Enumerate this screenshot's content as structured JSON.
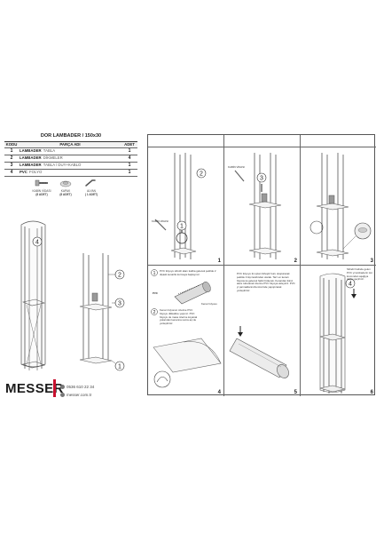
{
  "parts_table": {
    "title": "DOR LAMBADER / 150x30",
    "headers": {
      "code": "KODU",
      "name": "PARÇA ADI",
      "qty": "ADET"
    },
    "rows": [
      {
        "code": "1",
        "name": "LAMBADER",
        "desc": "TABLA",
        "qty": "1"
      },
      {
        "code": "2",
        "name": "LAMBADER",
        "desc": "DİKMELER",
        "qty": "4"
      },
      {
        "code": "3",
        "name": "LAMBADER",
        "desc": "TABLA / DUY+KABLO",
        "qty": "1"
      },
      {
        "code": "4",
        "name": "PVC",
        "desc": "FOLYO",
        "qty": "1"
      }
    ]
  },
  "hardware": [
    {
      "name": "KABİN VİDASI",
      "qty": "(8 ADET)",
      "icon": "screw-icon"
    },
    {
      "name": "KAPAK",
      "qty": "(8 ADET)",
      "icon": "cap-icon"
    },
    {
      "name": "ALYAN",
      "qty": "( 1 ADET)",
      "icon": "allen-key-icon"
    }
  ],
  "overview_callouts": [
    "4",
    "2",
    "3",
    "1"
  ],
  "brand": {
    "name": "MESSER",
    "accent": "#c8102e"
  },
  "contact": {
    "phone": "0536 610 22 34",
    "web": "messer.com.tr"
  },
  "steps": [
    {
      "number": "1",
      "callouts": [
        "2",
        "1"
      ],
      "label": "KABİN VİDASI"
    },
    {
      "number": "2",
      "callouts": [
        "3"
      ],
      "label": "KABİN VİDASI"
    },
    {
      "number": "3",
      "callouts": [],
      "label": ""
    },
    {
      "number": "4",
      "callouts": [
        "1",
        "2"
      ],
      "text_a": "PVC folyoyu silindir alanı kalıba gelecek şekilde 2 dişteki kenarlık kurmaya başlayınız.",
      "label_pvc": "PVC",
      "label_kenar": "Kenar folyosu",
      "text_b": "Kenarı folyonun üzerine PVC folyoyu dikkatlice yapınız. PVC folyoyu de masa üzerine koyarak yukarıdan kenarına sonra açı ile yerleştiriniz."
    },
    {
      "number": "5",
      "text_a": "PVC folyoyu iki uçtan birleştir buru oluşturacak şekilde 3 kişi tarafından olarak. Tarz en kenarı folyosuna gelecek halini bükerek. Kenardan ikinci alanı tutturarak üzerine PVC folyoya ekleyiniz. PVC yi parmaklarınızla üzerinde yapıştırarak yerleştiriniz."
    },
    {
      "number": "6",
      "callouts": [
        "4"
      ],
      "text_a": "Silindir halinde gelen PVC yi lambaderin üst kısmından aşağıya doğru geçiriniz."
    }
  ]
}
